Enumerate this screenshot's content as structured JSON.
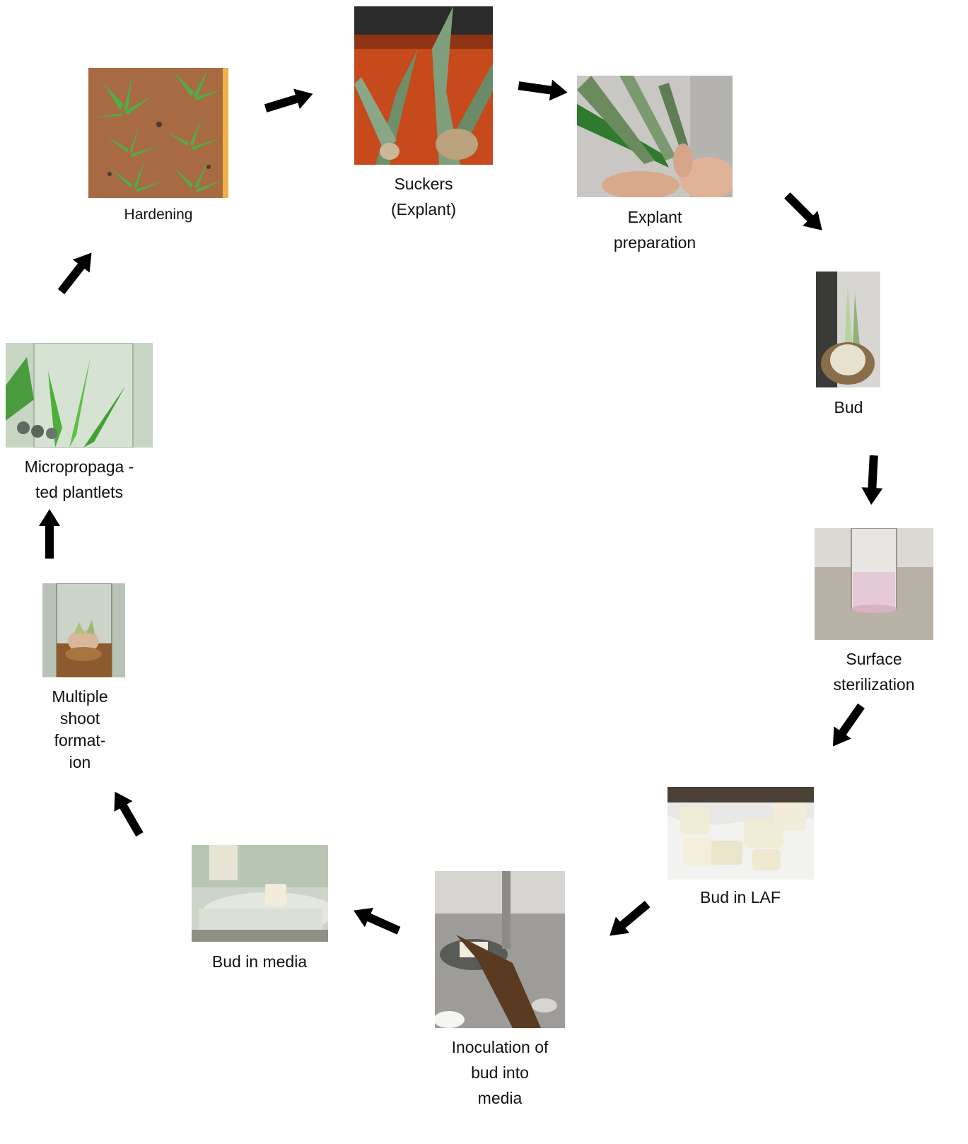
{
  "diagram": {
    "stages": [
      {
        "id": "suckers",
        "caption": "Suckers\n(Explant)",
        "photo": "pineapple-suckers-photo"
      },
      {
        "id": "explant-preparation",
        "caption": "Explant\npreparation",
        "photo": "explant-preparation-photo"
      },
      {
        "id": "bud",
        "caption": "Bud",
        "photo": "bud-photo"
      },
      {
        "id": "surface-sterilization",
        "caption": "Surface\nsterilization",
        "photo": "surface-sterilization-photo"
      },
      {
        "id": "bud-in-laf",
        "caption": "Bud in LAF",
        "photo": "bud-in-laf-photo"
      },
      {
        "id": "inoculation",
        "caption": "Inoculation of\nbud into\nmedia",
        "photo": "inoculation-photo"
      },
      {
        "id": "bud-in-media",
        "caption": "Bud in media",
        "photo": "bud-in-media-photo"
      },
      {
        "id": "multiple-shoot",
        "caption": "Multiple\nshoot\nformat-\nion",
        "photo": "multiple-shoot-photo"
      },
      {
        "id": "plantlets",
        "caption": "Micropropaga -\nted plantlets",
        "photo": "plantlets-photo"
      },
      {
        "id": "hardening",
        "caption": "Hardening",
        "photo": "hardening-photo"
      }
    ],
    "flow_direction": "clockwise",
    "arrow_color": "#000000"
  }
}
